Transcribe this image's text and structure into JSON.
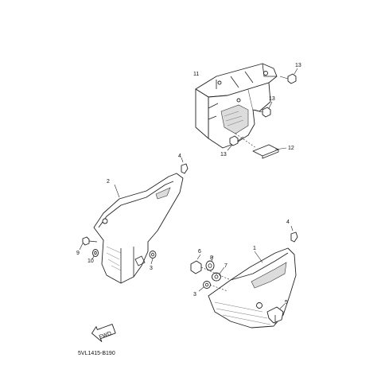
{
  "diagram": {
    "code": "5VL1415-B190",
    "arrow_label": "FWD",
    "callouts": [
      "1",
      "2",
      "3",
      "3",
      "4",
      "4",
      "5",
      "6",
      "7",
      "8",
      "9",
      "10",
      "11",
      "12",
      "13",
      "13",
      "13"
    ]
  }
}
